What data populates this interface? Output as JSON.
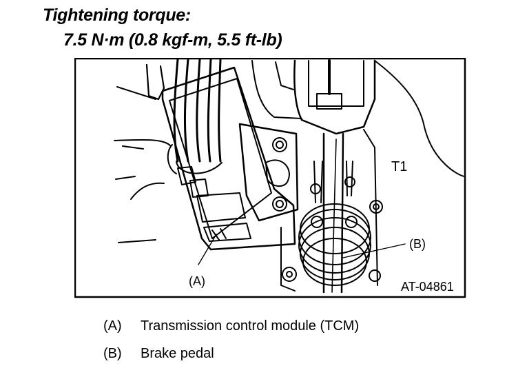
{
  "header": {
    "title": "Tightening torque:",
    "torque_spec": "7.5 N·m (0.8 kgf-m, 5.5 ft-lb)"
  },
  "figure": {
    "callout_a": "(A)",
    "callout_b": "(B)",
    "figure_id": "AT-04861",
    "torque_symbol": "T1"
  },
  "legend": [
    {
      "key": "(A)",
      "text": "Transmission control module (TCM)"
    },
    {
      "key": "(B)",
      "text": "Brake pedal"
    }
  ]
}
